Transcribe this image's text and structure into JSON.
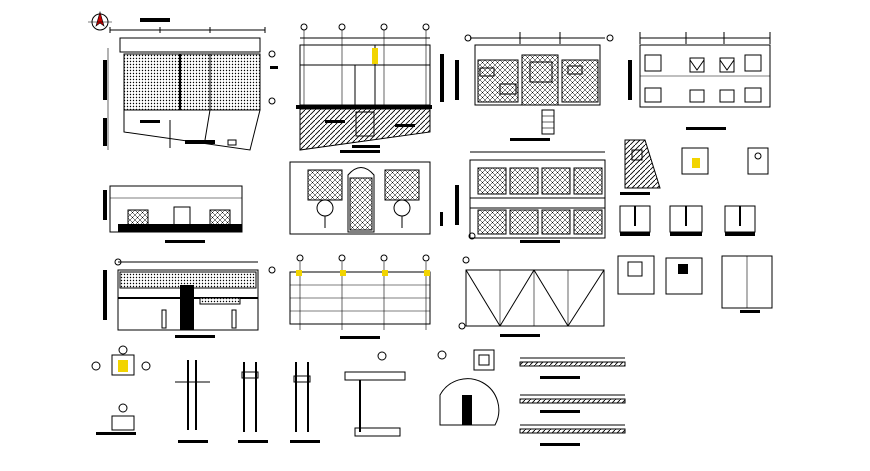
{
  "sheet": {
    "drawings": [
      {
        "id": "plan-ground-floor",
        "kind": "floor plan"
      },
      {
        "id": "plan-first-floor",
        "kind": "floor plan"
      },
      {
        "id": "plan-roof-slab",
        "kind": "floor plan"
      },
      {
        "id": "plan-furniture",
        "kind": "floor plan"
      },
      {
        "id": "elevation-side",
        "kind": "elevation"
      },
      {
        "id": "elevation-front",
        "kind": "elevation"
      },
      {
        "id": "elevation-rear",
        "kind": "elevation"
      },
      {
        "id": "section-longitudinal",
        "kind": "section"
      },
      {
        "id": "plan-foundation-grid",
        "kind": "structural plan"
      },
      {
        "id": "plan-roof-framing",
        "kind": "structural plan"
      },
      {
        "id": "details-footings",
        "kind": "detail"
      },
      {
        "id": "details-columns",
        "kind": "detail"
      },
      {
        "id": "details-beams",
        "kind": "detail"
      }
    ],
    "colors": {
      "linework": "#000000",
      "highlight": "#f2d400",
      "accent": "#e6c800",
      "background": "#ffffff"
    }
  }
}
